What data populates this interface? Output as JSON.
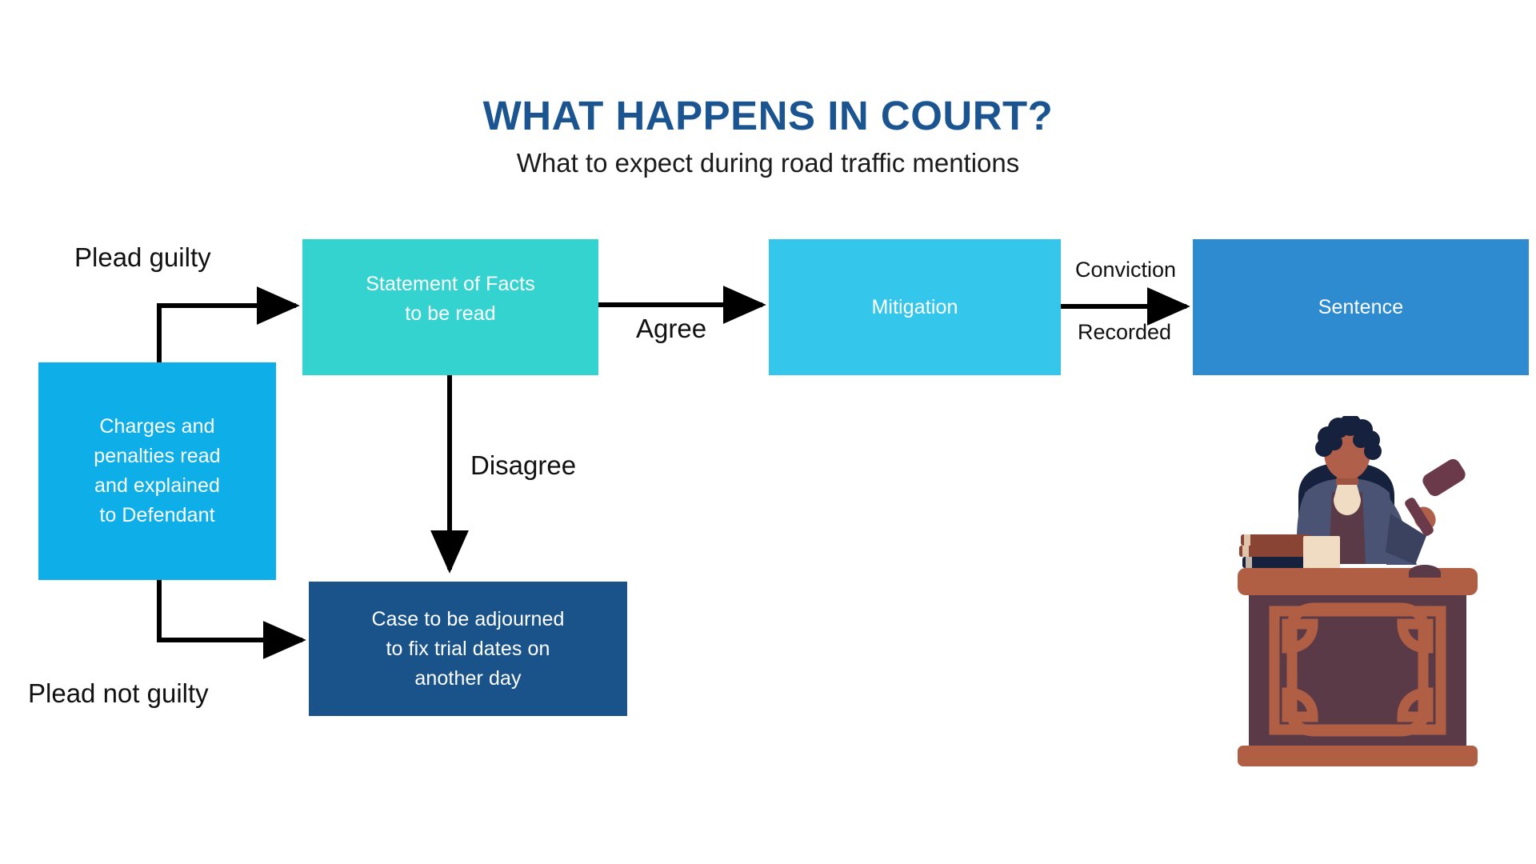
{
  "header": {
    "title": "WHAT HAPPENS IN COURT?",
    "subtitle": "What to expect during road traffic mentions",
    "title_color": "#1B5591"
  },
  "flowchart": {
    "type": "process-flow",
    "nodes": [
      {
        "id": "charges",
        "label": "Charges and penalties read and explained to Defendant",
        "lines": [
          "Charges and",
          "penalties read",
          "and explained",
          "to Defendant"
        ],
        "color": "#0EAEE8"
      },
      {
        "id": "statement",
        "label": "Statement of Facts to be read",
        "lines": [
          "Statement of Facts",
          "to be read"
        ],
        "color": "#35D3D0"
      },
      {
        "id": "mitigation",
        "label": "Mitigation",
        "lines": [
          "Mitigation"
        ],
        "color": "#35C6EB"
      },
      {
        "id": "sentence",
        "label": "Sentence",
        "lines": [
          "Sentence"
        ],
        "color": "#2E8BCF"
      },
      {
        "id": "adjourn",
        "label": "Case to be adjourned to fix trial dates on another day",
        "lines": [
          "Case to be adjourned",
          "to fix trial dates on",
          "another day"
        ],
        "color": "#1A5389"
      }
    ],
    "edges": [
      {
        "id": "plead-guilty",
        "from": "charges",
        "to": "statement",
        "label": "Plead guilty"
      },
      {
        "id": "plead-not-guilty",
        "from": "charges",
        "to": "adjourn",
        "label": "Plead not guilty"
      },
      {
        "id": "agree",
        "from": "statement",
        "to": "mitigation",
        "label": "Agree"
      },
      {
        "id": "disagree",
        "from": "statement",
        "to": "adjourn",
        "label": "Disagree"
      },
      {
        "id": "conviction",
        "from": "mitigation",
        "to": "sentence",
        "label_line1": "Conviction",
        "label_line2": "Recorded"
      }
    ],
    "edge_color": "#000000"
  },
  "illustration": {
    "name": "judge-at-bench",
    "colors": {
      "hair": "#15213D",
      "skin": "#B0604A",
      "skin_shadow": "#9C5340",
      "robe": "#4A5373",
      "robe_dark": "#3A4260",
      "robe_shoulder": "#15213D",
      "collar": "#EFDCC3",
      "inner_robe": "#5B3A47",
      "gavel": "#6B3A4A",
      "bench_top": "#B05F44",
      "bench_body": "#5B3A47",
      "bench_trim": "#B05F44",
      "book_cover": "#8A4433",
      "book_dark": "#15213D",
      "book_pages": "#EFDCC3"
    }
  }
}
